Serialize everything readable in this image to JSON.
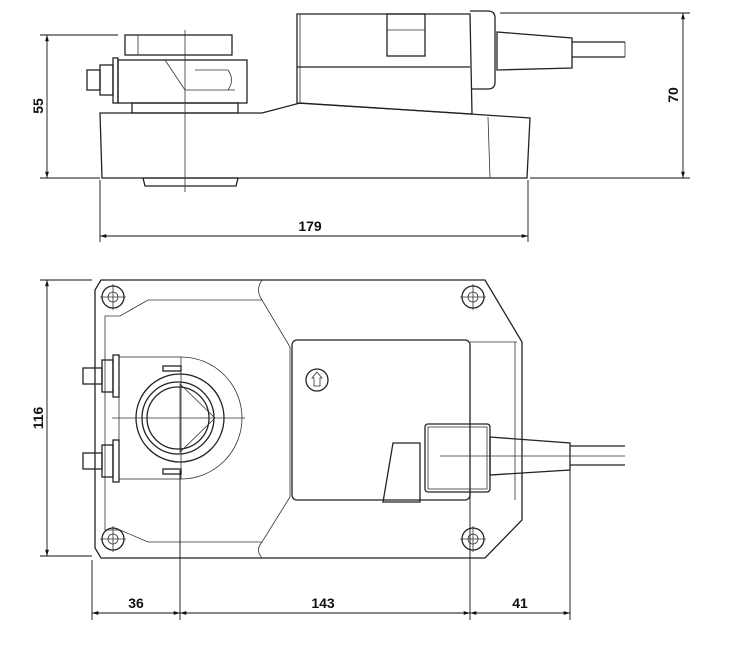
{
  "drawing": {
    "side_view": {
      "dimensions": {
        "height_mechanism": "55",
        "height_total": "70",
        "length": "179"
      }
    },
    "bottom_view": {
      "dimensions": {
        "width": "116",
        "shaft_offset": "36",
        "hole_spacing": "143",
        "cable_offset": "41"
      }
    },
    "colors": {
      "line": "#222222",
      "background": "#ffffff"
    }
  }
}
